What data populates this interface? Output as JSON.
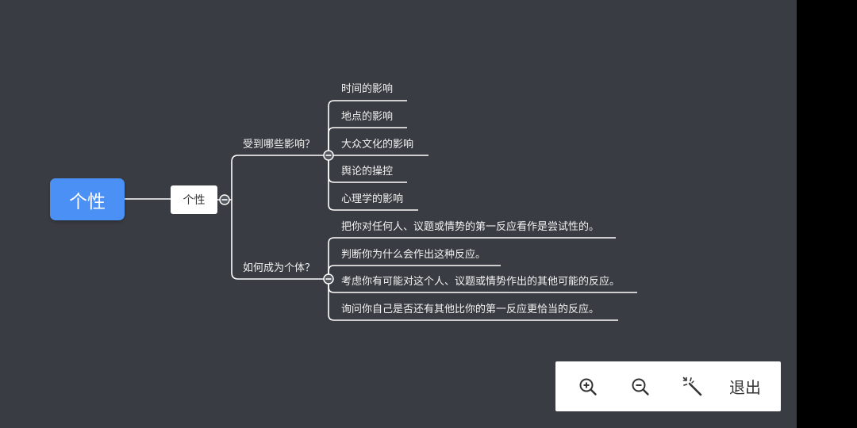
{
  "mindmap": {
    "root": "个性",
    "child": "个性",
    "branches": [
      {
        "label": "受到哪些影响？",
        "leaves": [
          "时间的影响",
          "地点的影响",
          "大众文化的影响",
          "舆论的操控",
          "心理学的影响"
        ]
      },
      {
        "label": "如何成为个体？",
        "leaves": [
          "把你对任何人、议题或情势的第一反应看作是尝试性的。",
          "判断你为什么会作出这种反应。",
          "考虑你有可能对这个人、议题或情势作出的其他可能的反应。",
          "询问你自己是否还有其他比你的第一反应更恰当的反应。"
        ]
      }
    ]
  },
  "toolbar": {
    "zoom_in_icon": "zoom-in-icon",
    "zoom_out_icon": "zoom-out-icon",
    "magic_icon": "magic-wand-icon",
    "exit_label": "退出"
  },
  "colors": {
    "background": "#393c42",
    "root": "#4a90f5",
    "line": "#ffffff"
  }
}
